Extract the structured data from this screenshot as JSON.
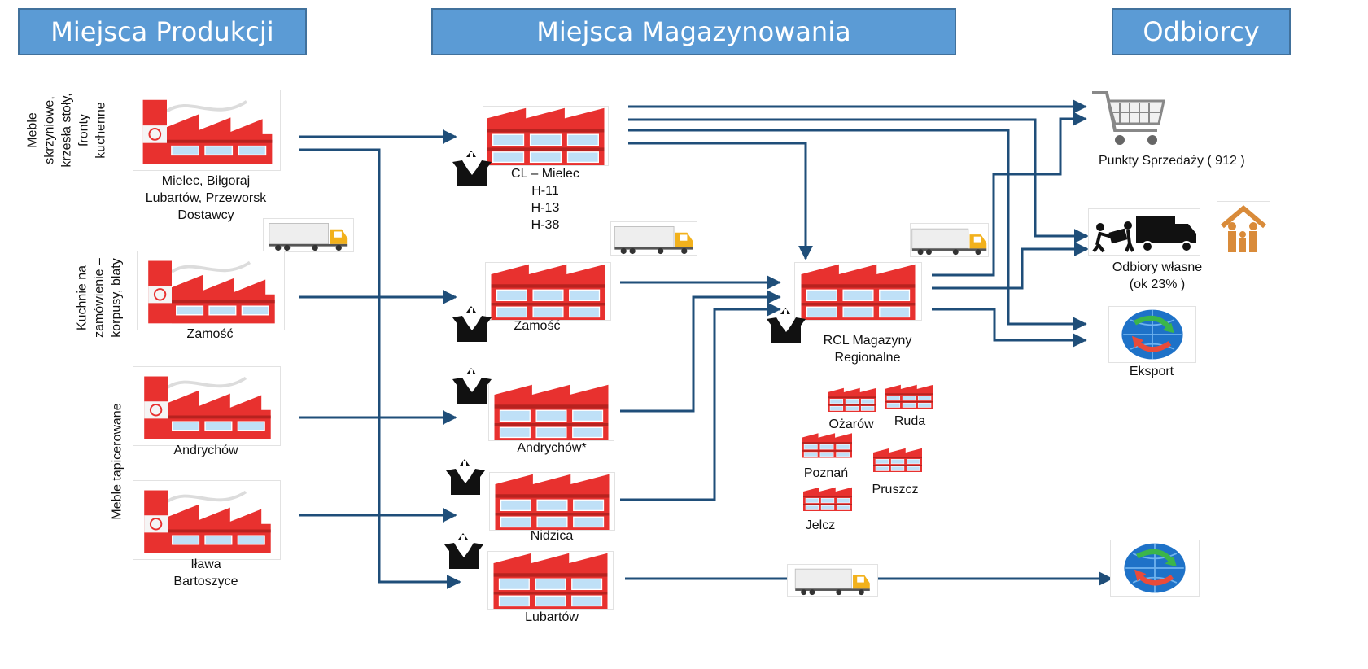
{
  "headers": {
    "production": "Miejsca Produkcji",
    "storage": "Miejsca Magazynowania",
    "recipients": "Odbiorcy"
  },
  "side_labels": {
    "group1": [
      "Meble",
      "skrzyniowe,",
      "krzesła stoły,",
      "fronty",
      "kuchenne"
    ],
    "group2": [
      "Kuchnie na",
      "zamówienie –",
      "korpusy, blaty"
    ],
    "group3": [
      "Meble tapicerowane"
    ]
  },
  "production": {
    "mielec": [
      "Mielec, Biłgoraj",
      "Lubartów, Przeworsk",
      "Dostawcy"
    ],
    "zamosc": "Zamość",
    "andrychow": "Andrychów",
    "ilawa": [
      "Iława",
      "Bartoszyce"
    ]
  },
  "storage": {
    "cl_mielec": [
      "CL – Mielec",
      "H-11",
      "H-13",
      "H-38"
    ],
    "zamosc": "Zamość",
    "andrychow": "Andrychów*",
    "nidzica": "Nidzica",
    "lubartow": "Lubartów"
  },
  "regional": {
    "title": [
      "RCL Magazyny",
      "Regionalne"
    ],
    "warehouses": [
      "Ożarów",
      "Ruda",
      "Poznań",
      "Pruszcz",
      "Jelcz"
    ]
  },
  "recipients": {
    "sales_points": "Punkty Sprzedaży ( 912 )",
    "own_pickups": [
      "Odbiory własne",
      "(ok 23% )"
    ],
    "export": "Eksport"
  },
  "colors": {
    "header_fill": "#5b9bd5",
    "arrow": "#1f4e79",
    "factory_red": "#e8312f",
    "window_blue": "#bfe0f7"
  }
}
